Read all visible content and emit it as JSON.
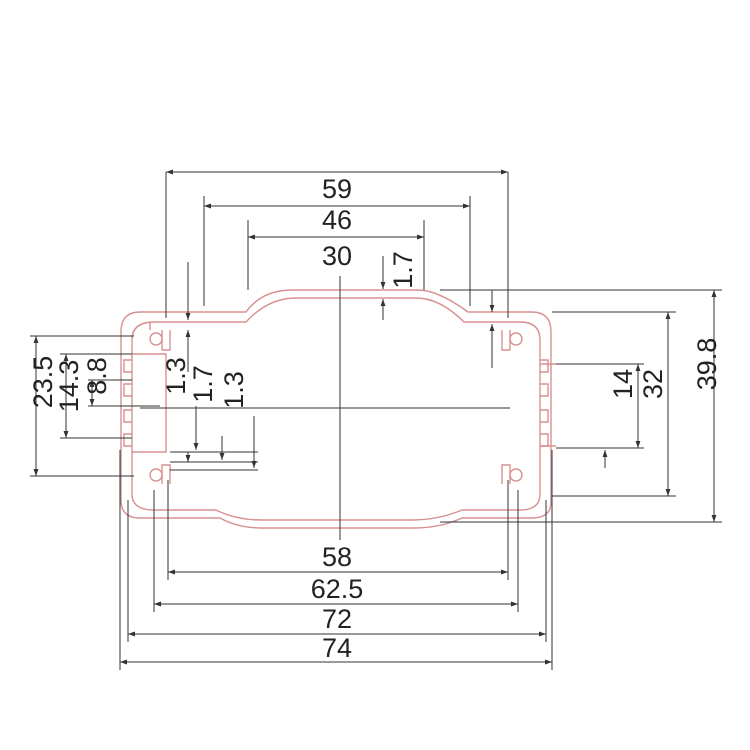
{
  "colors": {
    "profile": "#d89090",
    "dimension_line": "#333333",
    "dimension_text": "#222222",
    "background": "#ffffff"
  },
  "dimensions": {
    "top_59": "59",
    "top_46": "46",
    "center_30": "30",
    "top_1_7": "1.7",
    "left_23_5": "23.5",
    "left_14_3": "14.3",
    "left_8_8": "8.8",
    "inner_1_3_a": "1.3",
    "inner_1_7": "1.7",
    "inner_1_3_b": "1.3",
    "right_14": "14",
    "right_32": "32",
    "right_39_8": "39.8",
    "bottom_58": "58",
    "bottom_62_5": "62.5",
    "bottom_72": "72",
    "bottom_74": "74"
  }
}
